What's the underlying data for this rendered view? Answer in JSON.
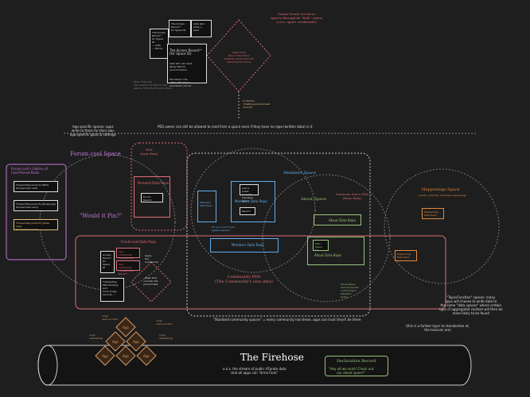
{
  "header": {
    "grants_note": "Grants (read) access to\nspaces through its \"Role\" status\n(a.k.a. space credentials)",
    "space_host_note": "Space Host\n(the community's\nhopefully benevolent bot,\nwatching tree store)",
    "access_record": "The Access Record™\n(for Space ID)",
    "access_record_body": "Lists who can read\n(Role/ Perms)\nrecord holders",
    "permissions_note": "Permission info\nwithin 'Members'\npermission record",
    "host_note": "Note: host may\nalso need to be able to read\nspaces. Only the thing to notice",
    "if_inactive": "If inactive\n'creating permissioned\nrecords'",
    "pds_owner_note": "PDS owner can still be allowed to read from a space even if they have no repo (written data) in it",
    "card1": "The Access Record™\nfor Space ID\n— Lists\n— Perms",
    "card2": "The Access Record™\nfor Space ID",
    "card3": "Lists who\nwrite +\nread"
  },
  "left": {
    "app_note": "App-specific spaces: apps\nwrite to them for their own\napp-specific goals & settings",
    "forum_space": "Forum.cool Space",
    "gallery_title": "Forum.cool's Gallery of\nCool Pinned Posts",
    "pins": [
      "Thread that joined to [PDS]\n(Pinned Post card)",
      "Thread that joined to [Prosperity]\n(Pinned Post Card)",
      "Thread that joined to [Votes Live]\n(Pinned Post Card)"
    ],
    "pin_question": "\"Would it Pin?\"",
    "forum_data_repo": "Forum.cool Data Repo",
    "forum_repo_items": [
      "Your community\n\"Pinned Post\"\nRecord",
      "Your community\n\"Pinned Post\"\nRecord"
    ],
    "forum_small_box": "Access Record\nfor Space ID",
    "apply_note": "Apply\nthe\ncommunity",
    "rules_diamond": "Rules that\nconsider the\npinned data",
    "bottom_card": "\"Interesting\nPDS thinking and\nmore lovely\nrecords…\""
  },
  "pds": {
    "label": "PDS\n(your data)",
    "personal_repo": "Personal Data Repo",
    "record_label": "Forum\nRecord"
  },
  "members": {
    "title": "Members Space",
    "inner_box": "Members\nData Repo",
    "repo": "Members Data Repo",
    "small1": "User's public\nrecord in\nmembers space",
    "small2": "Record",
    "about_space": "About Space",
    "about_data_repo": "About Data Repo",
    "members_data_repo2": "Members Data Repo",
    "note1": "Do you count if you\nspeak anyway?",
    "someone_else": "Someone else's PDS\n(their data)",
    "about_data_repo2": "About Data Repo",
    "about_small": "Main\nSpace\nfor",
    "community_pds": "Community PDS\n(The Community's own data)",
    "standard_note": "\"Standard community spaces\" = every community has these, apps can trust they'll be there",
    "policy_note": "About space\nrecords are the\ncommunity's\nstandard\npolicy"
  },
  "happenings": {
    "title": "Happenings Space",
    "subtitle": "events, calendar, schedule, happenings",
    "repo1": "Happenings\nData Repo",
    "repo2": "Happenings\nData Repo",
    "topic_note": "\"Topic/Function\" spaces: many\napps will choose to write data to\nthe same \"data spaces\" where certain\ntype of aggregated content will then be\nmore likely to be found",
    "further_note": "(this is a further layer to standardise at,\nthe lexicons are)"
  },
  "bottom": {
    "firehose_title": "The Firehose",
    "firehose_sub": "a.k.a. the stream of public ATproto data\nthat all apps can \"drink from\"",
    "declaration_title": "Declaration Record",
    "declaration_sub": "\"Hey all we exist! Check out\nour about space!\"",
    "app_label": "App",
    "wow_notes": [
      "omg!\nnew records!!",
      "omg!\nnew records!!",
      "omg!\ninteresting!",
      "omg!\ninteresting!"
    ]
  },
  "colors": {
    "background": "#1e1e1e",
    "forum": "#c678dd",
    "pds": "#e06c75",
    "members": "#61afef",
    "about": "#98c379",
    "happenings": "#e5893e",
    "grants": "#e06c75",
    "firehose_app": "#d19a66",
    "yellow": "#e5c07b"
  }
}
